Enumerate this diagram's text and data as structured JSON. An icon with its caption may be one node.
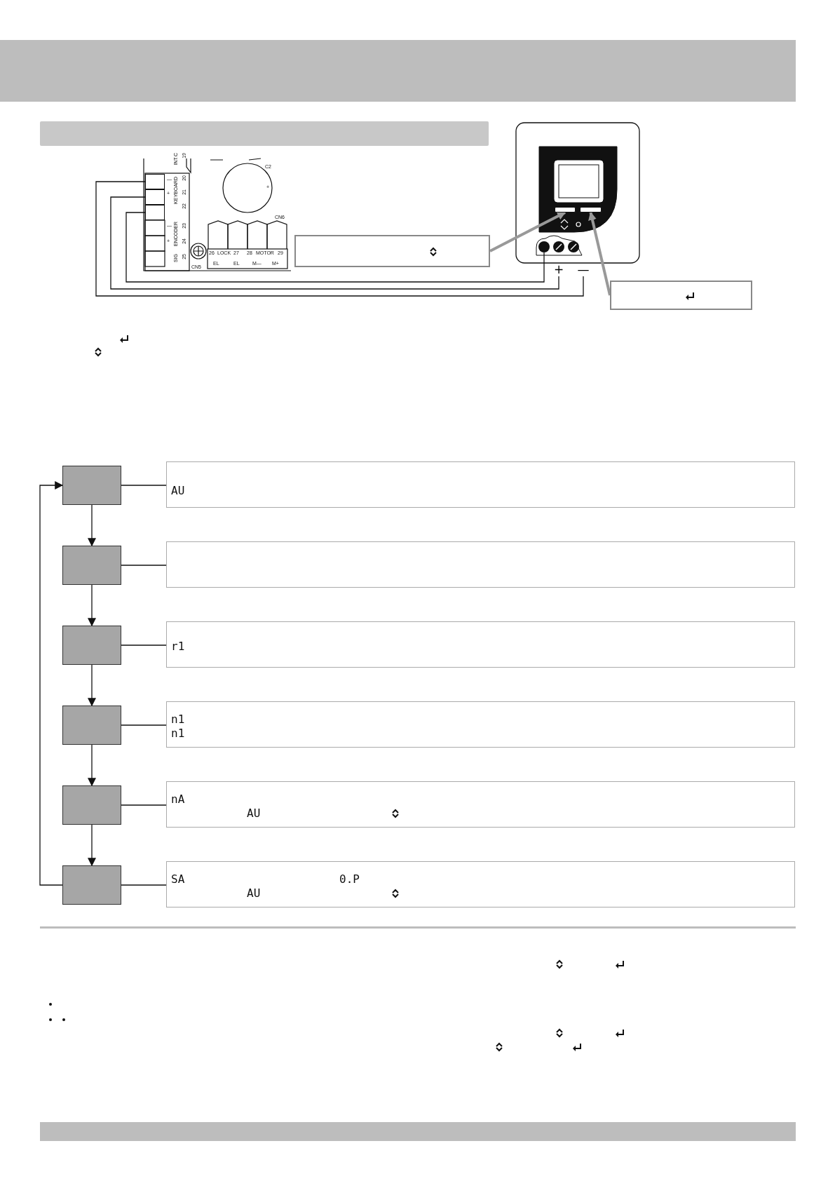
{
  "diagram": {
    "nodes": [
      {
        "text": [],
        "shape": "box"
      },
      {
        "text": [],
        "shape": "box"
      },
      {
        "text": [],
        "shape": "box"
      },
      {
        "text": [],
        "shape": "box"
      },
      {
        "text": [],
        "shape": "box"
      },
      {
        "text": [],
        "shape": "box"
      },
      {
        "text": [
          "AU"
        ]
      },
      {
        "text": [],
        "shape": "box"
      },
      {
        "text": [
          "r1"
        ]
      },
      {
        "text": [
          "n1",
          "n1"
        ]
      },
      {
        "text": [
          "nA",
          "AU"
        ]
      },
      {
        "text": [
          "SA",
          "0.P",
          "AU"
        ]
      },
      {
        "text": [],
        "shape": "box"
      },
      {
        "text": [],
        "shape": "box"
      },
      {
        "text": [],
        "shape": "bar"
      },
      {
        "text": [],
        "shape": "bar"
      },
      {
        "text": [],
        "shape": "box"
      },
      {
        "text": [],
        "shape": "box"
      },
      {
        "text": [],
        "shape": "box"
      },
      {
        "text": [
          "+"
        ]
      },
      {
        "text": [
          "—"
        ]
      },
      {
        "text": [],
        "shape": "bar"
      },
      {
        "text": [],
        "shape": "circle"
      }
    ],
    "edges": [
      {
        "from": 0,
        "to": 1,
        "arrow": "to"
      },
      {
        "from": 1,
        "to": 2,
        "arrow": "to"
      },
      {
        "from": 2,
        "to": 3,
        "arrow": "to"
      },
      {
        "from": 3,
        "to": 4,
        "arrow": "to"
      },
      {
        "from": 4,
        "to": 5,
        "arrow": "to"
      },
      {
        "from": 5,
        "to": 0,
        "arrow": "to"
      },
      {
        "from": 0,
        "to": 6,
        "arrow": "none"
      },
      {
        "from": 1,
        "to": 7,
        "arrow": "none"
      },
      {
        "from": 2,
        "to": 8,
        "arrow": "none"
      },
      {
        "from": 3,
        "to": 9,
        "arrow": "none"
      },
      {
        "from": 4,
        "to": 10,
        "arrow": "none"
      },
      {
        "from": 5,
        "to": 11,
        "arrow": "none"
      },
      {
        "from": 12,
        "to": 14,
        "arrow": "to",
        "style": "thick",
        "color": "#999999"
      },
      {
        "from": 13,
        "to": 15,
        "arrow": "to",
        "style": "thick",
        "color": "#999999"
      },
      {
        "from": 16,
        "to": 20,
        "arrow": "none"
      },
      {
        "from": 17,
        "to": 19,
        "arrow": "none"
      },
      {
        "from": 18,
        "to": 22,
        "arrow": "none"
      }
    ],
    "labels": [
      "INT.C",
      "19",
      "—",
      "20",
      "+",
      "21",
      "KEYBOARD",
      "22",
      "—",
      "23",
      "+",
      "24",
      "ENCODER",
      "SIG",
      "25",
      "CN5",
      "C2",
      "+",
      "CN6",
      "26",
      "LOCK",
      "27",
      "28",
      "MOTOR",
      "29",
      "EL",
      "EL",
      "M—",
      "M+"
    ]
  }
}
